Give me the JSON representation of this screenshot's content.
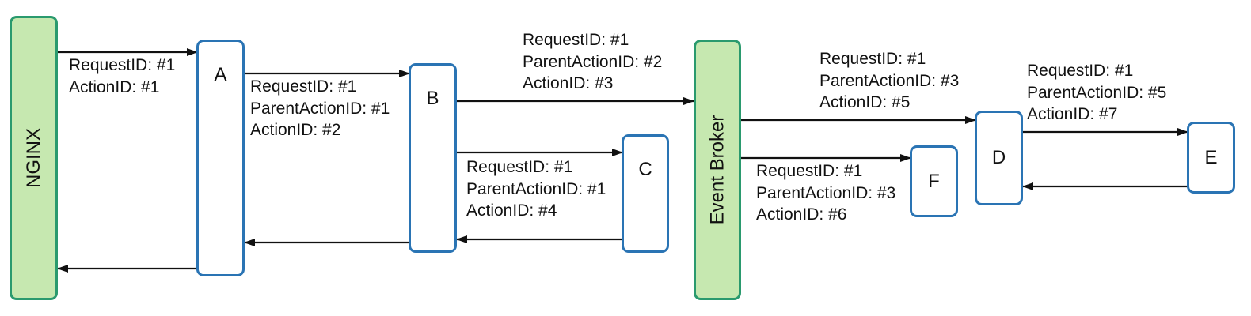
{
  "nodes": {
    "nginx": "NGINX",
    "a": "A",
    "b": "B",
    "c": "C",
    "broker": "Event Broker",
    "d": "D",
    "e": "E",
    "f": "F"
  },
  "labels": {
    "nginx_a": [
      "RequestID: #1",
      "ActionID: #1"
    ],
    "a_b": [
      "RequestID: #1",
      "ParentActionID: #1",
      "ActionID: #2"
    ],
    "b_broker": [
      "RequestID: #1",
      "ParentActionID: #2",
      "ActionID: #3"
    ],
    "b_c": [
      "RequestID: #1",
      "ParentActionID: #1",
      "ActionID: #4"
    ],
    "broker_d": [
      "RequestID: #1",
      "ParentActionID: #3",
      "ActionID: #5"
    ],
    "broker_f": [
      "RequestID: #1",
      "ParentActionID: #3",
      "ActionID: #6"
    ],
    "d_e": [
      "RequestID: #1",
      "ParentActionID: #5",
      "ActionID: #7"
    ]
  },
  "colors": {
    "green_fill": "#c6e8b0",
    "green_border": "#2a9a6e",
    "blue_border": "#2a74b4",
    "arrow": "#111111"
  }
}
